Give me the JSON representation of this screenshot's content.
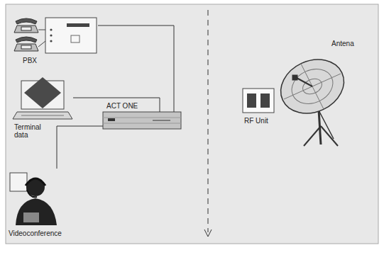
{
  "diagram": {
    "nodes": [
      {
        "text": [
          "PBX"
        ]
      },
      {
        "text": [
          "Terminal data"
        ]
      },
      {
        "text": [
          "ACT ONE"
        ]
      },
      {
        "text": [
          "Videoconference"
        ]
      },
      {
        "text": [
          "RF Unit"
        ]
      },
      {
        "text": [
          "Antena"
        ]
      }
    ],
    "edges": [
      {
        "from": 0,
        "to": 2,
        "arrow": "none"
      },
      {
        "from": 1,
        "to": 2,
        "arrow": "none"
      },
      {
        "from": 3,
        "to": 2,
        "arrow": "none"
      }
    ]
  }
}
